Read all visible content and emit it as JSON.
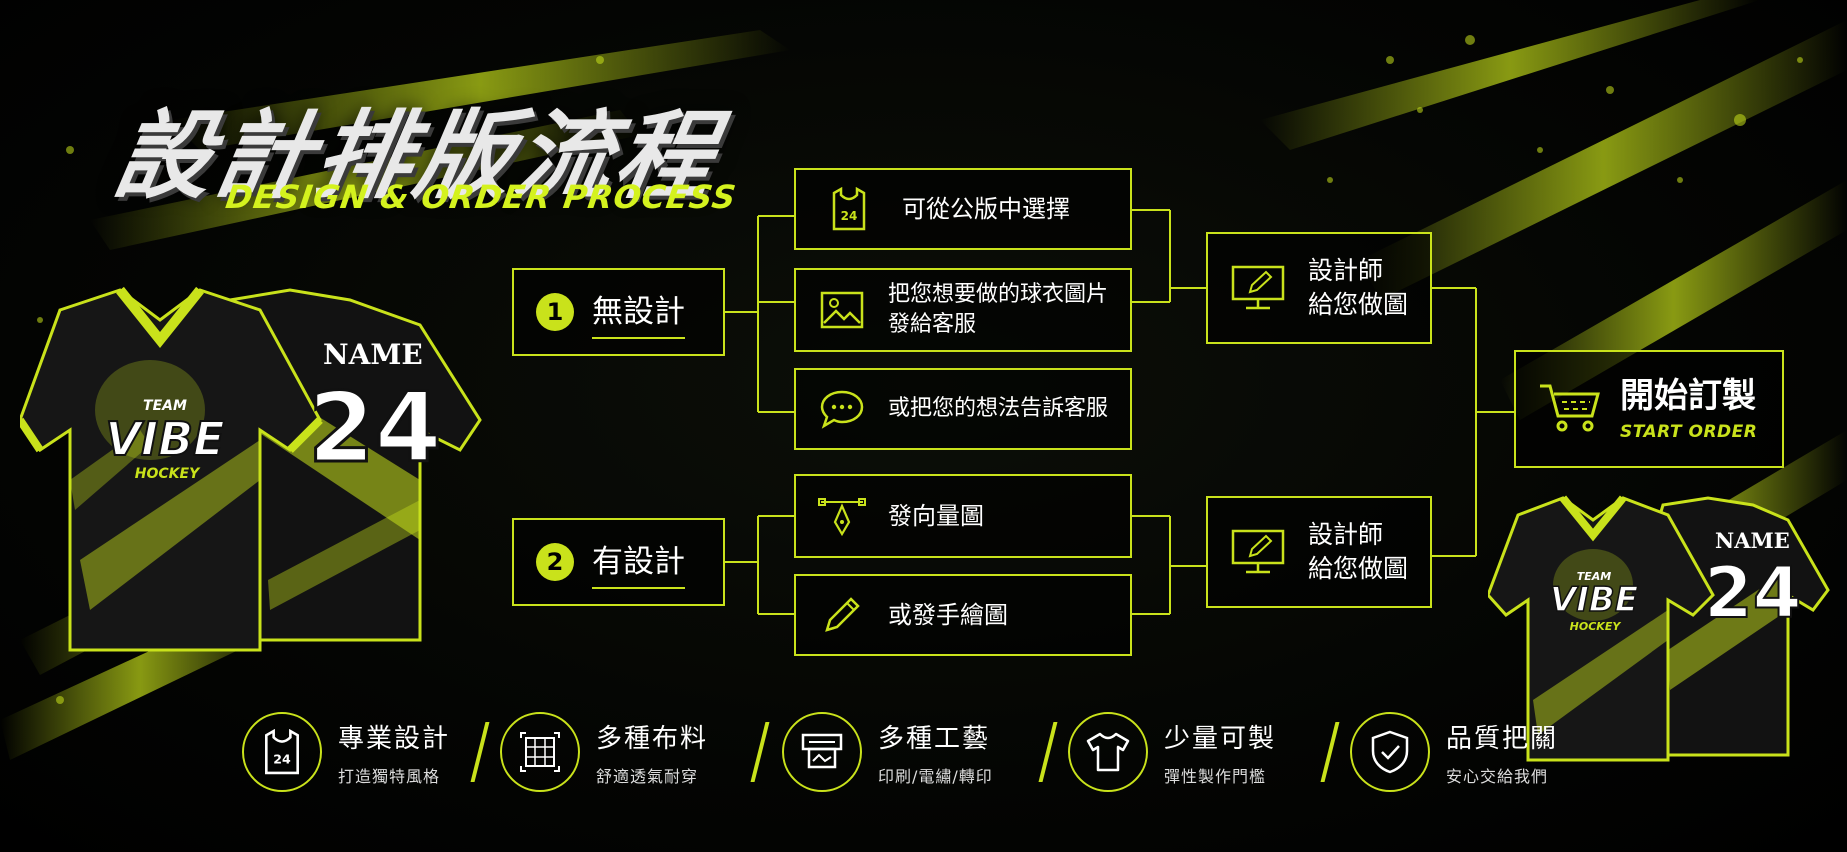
{
  "title": {
    "main": "設計排版流程",
    "sub": "DESIGN & ORDER PROCESS"
  },
  "no_design": {
    "number": "1",
    "label": "無設計",
    "options": [
      {
        "icon": "tank-top-24-icon",
        "jersey_number": "24",
        "label": "可從公版中選擇"
      },
      {
        "icon": "image-icon",
        "label": "把您想要做的球衣圖片\n發給客服"
      },
      {
        "icon": "chat-bubble-icon",
        "label": "或把您的想法告訴客服"
      }
    ],
    "designer": {
      "icon": "monitor-pen-icon",
      "label": "設計師\n給您做圖"
    }
  },
  "has_design": {
    "number": "2",
    "label": "有設計",
    "options": [
      {
        "icon": "vector-pen-icon",
        "label": "發向量圖"
      },
      {
        "icon": "pencil-icon",
        "label": "或發手繪圖"
      }
    ],
    "designer": {
      "icon": "monitor-pen-icon",
      "label": "設計師\n給您做圖"
    }
  },
  "start_order": {
    "icon": "shopping-cart-icon",
    "label": "開始訂製",
    "sublabel": "START ORDER"
  },
  "features": [
    {
      "icon": "tank-top-24-icon",
      "jersey_number": "24",
      "title": "專業設計",
      "subtitle": "打造獨特風格"
    },
    {
      "icon": "fabric-grid-icon",
      "title": "多種布料",
      "subtitle": "舒適透氣耐穿"
    },
    {
      "icon": "printer-icon",
      "title": "多種工藝",
      "subtitle": "印刷/電繡/轉印"
    },
    {
      "icon": "t-shirt-icon",
      "title": "少量可製",
      "subtitle": "彈性製作門檻"
    },
    {
      "icon": "shield-check-icon",
      "title": "品質把關",
      "subtitle": "安心交給我們"
    }
  ],
  "jerseys": {
    "name": "NAME",
    "number": "24",
    "team_top": "TEAM",
    "team_main": "VIBE",
    "team_bottom": "HOCKEY"
  },
  "colors": {
    "accent": "#c9e21b",
    "background": "#000000",
    "text": "#ffffff"
  }
}
